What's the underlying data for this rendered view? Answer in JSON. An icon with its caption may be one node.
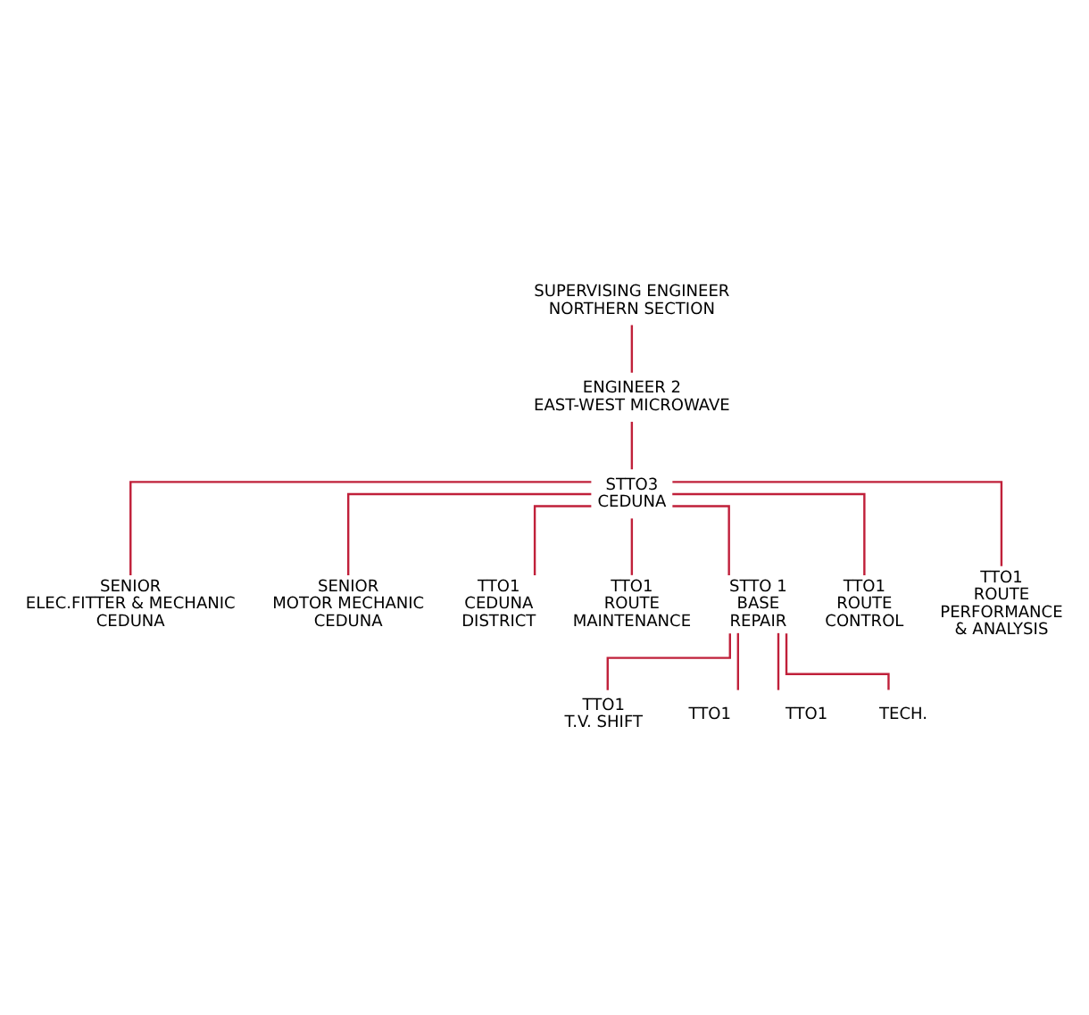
{
  "diagram": {
    "nodes": [
      {
        "text": [
          "SUPERVISING ENGINEER",
          "NORTHERN SECTION"
        ]
      },
      {
        "text": [
          "ENGINEER 2",
          "EAST-WEST MICROWAVE"
        ]
      },
      {
        "text": [
          "STTO3",
          "CEDUNA"
        ]
      },
      {
        "text": [
          "SENIOR",
          "ELEC.FITTER & MECHANIC",
          "CEDUNA"
        ]
      },
      {
        "text": [
          "SENIOR",
          "MOTOR MECHANIC",
          "CEDUNA"
        ]
      },
      {
        "text": [
          "TTO1",
          "CEDUNA",
          "DISTRICT"
        ]
      },
      {
        "text": [
          "TTO1",
          "ROUTE",
          "MAINTENANCE"
        ]
      },
      {
        "text": [
          "STTO 1",
          "BASE",
          "REPAIR"
        ]
      },
      {
        "text": [
          "TTO1",
          "ROUTE",
          "CONTROL"
        ]
      },
      {
        "text": [
          "TTO1",
          "ROUTE",
          "PERFORMANCE",
          "& ANALYSIS"
        ]
      },
      {
        "text": [
          "TTO1",
          "T.V. SHIFT"
        ]
      },
      {
        "text": [
          "TTO1"
        ]
      },
      {
        "text": [
          "TTO1"
        ]
      },
      {
        "text": [
          "TECH."
        ]
      }
    ],
    "edges": [
      {
        "from": 0,
        "to": 1,
        "arrow": "none"
      },
      {
        "from": 1,
        "to": 2,
        "arrow": "none"
      },
      {
        "from": 2,
        "to": 3,
        "arrow": "none"
      },
      {
        "from": 2,
        "to": 4,
        "arrow": "none"
      },
      {
        "from": 2,
        "to": 5,
        "arrow": "none"
      },
      {
        "from": 2,
        "to": 6,
        "arrow": "none"
      },
      {
        "from": 2,
        "to": 7,
        "arrow": "none"
      },
      {
        "from": 2,
        "to": 8,
        "arrow": "none"
      },
      {
        "from": 2,
        "to": 9,
        "arrow": "none"
      },
      {
        "from": 7,
        "to": 10,
        "arrow": "none"
      },
      {
        "from": 7,
        "to": 11,
        "arrow": "none"
      },
      {
        "from": 7,
        "to": 12,
        "arrow": "none"
      },
      {
        "from": 7,
        "to": 13,
        "arrow": "none"
      }
    ]
  }
}
